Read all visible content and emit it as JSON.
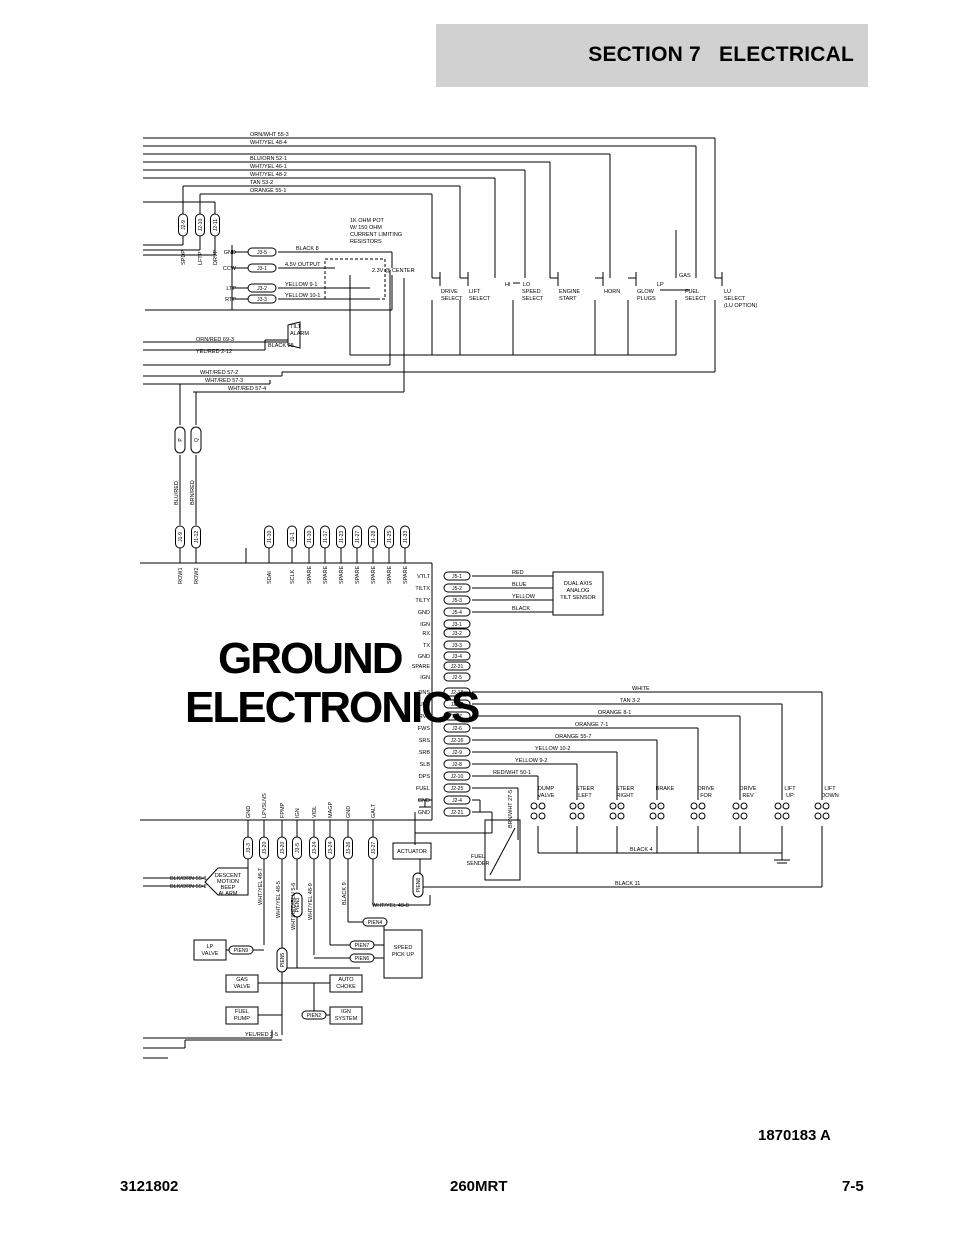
{
  "header": {
    "section": "SECTION 7",
    "title": "ELECTRICAL"
  },
  "footer": {
    "left": "3121802",
    "center": "260MRT",
    "right": "7-5"
  },
  "drawing_number": "1870183 A",
  "diagram": {
    "module_title_line1": "GROUND",
    "module_title_line2": "ELECTRONICS",
    "top_wires": [
      "ORN/WHT 55-3",
      "WHT/YEL 48-4",
      "BLU/ORN 52-1",
      "WHT/YEL 46-1",
      "WHT/YEL 48-2",
      "TAN 53-2",
      "ORANGE 55-1"
    ],
    "top_connectors": [
      "J2-9",
      "J2-10",
      "J2-11"
    ],
    "top_connector_labels": [
      "SPDP",
      "LFTP",
      "DRVP"
    ],
    "pot_note": "1K OHM POT W/ 150 OHM CURRENT LIMITING RESISTORS",
    "pot_rows": [
      {
        "pin": "GND",
        "conn": "J3-5",
        "wire": "BLACK 8"
      },
      {
        "pin": "CCW",
        "conn": "J3-1",
        "wire": "4.5V OUTPUT"
      },
      {
        "pin": "LTP",
        "conn": "J3-2",
        "wire": "YELLOW 9-1"
      },
      {
        "pin": "RTP",
        "conn": "J3-3",
        "wire": "YELLOW 10-1"
      }
    ],
    "pot_center": "2.3V @ CENTER",
    "switches": [
      {
        "label": "DRIVE SELECT"
      },
      {
        "label": "LIFT SELECT"
      },
      {
        "label": "SPEED SELECT",
        "hi": "HI",
        "lo": "LO"
      },
      {
        "label": "ENGINE START"
      },
      {
        "label": "HORN"
      },
      {
        "label": "GLOW PLUGS"
      },
      {
        "label": "FUEL SELECT",
        "lp": "LP",
        "gas": "GAS"
      },
      {
        "label": "LU SELECT (LU OPTION)"
      }
    ],
    "tilt_alarm": "TILT ALARM",
    "alarm_wires": [
      "ORN/RED 69-3",
      "YEL/RED 2-12",
      "BLACK 28"
    ],
    "wht_wires": [
      "WHT/RED 57-2",
      "WHT/RED 57-3",
      "WHT/RED 57-4"
    ],
    "plug_p": "P",
    "plug_q": "Q",
    "vertical_labels": [
      "BLU/RED",
      "BRN/RED"
    ],
    "bottom_top_connectors": [
      "J1-9",
      "J1-12",
      "J1-10",
      "J1-1",
      "J1-10",
      "J1-17",
      "J1-23",
      "J1-27",
      "J1-28",
      "J1-25",
      "J1-33"
    ],
    "bottom_top_pins": [
      "ROW1",
      "ROW2",
      "SDAI",
      "SCLK",
      "SPARE",
      "SPARE",
      "SPARE",
      "SPARE",
      "SPARE",
      "SPARE",
      "SPARE"
    ],
    "tilt_pins": [
      {
        "pin": "VTLT",
        "conn": "J5-1",
        "wire": "RED"
      },
      {
        "pin": "TILTX",
        "conn": "J5-2",
        "wire": "BLUE"
      },
      {
        "pin": "TILTY",
        "conn": "J5-3",
        "wire": "YELLOW"
      },
      {
        "pin": "GND",
        "conn": "J5-4",
        "wire": "BLACK"
      }
    ],
    "tilt_sensor": "DUAL AXIS ANALOG TILT SENSOR",
    "aux_pins": [
      {
        "pin": "IGN",
        "conn": "J3-1"
      },
      {
        "pin": "RX",
        "conn": "J3-2"
      },
      {
        "pin": "TX",
        "conn": "J3-3"
      },
      {
        "pin": "GND",
        "conn": "J3-4"
      },
      {
        "pin": "SPARE",
        "conn": "J2-31"
      },
      {
        "pin": "IGN",
        "conn": "J2-5"
      }
    ],
    "valve_pins": [
      {
        "pin": "DNS",
        "conn": "J2-18",
        "wire": "WHITE"
      },
      {
        "pin": "UPS",
        "conn": "J2-17",
        "wire": "TAN 3-2"
      },
      {
        "pin": "RVS",
        "conn": "J2-7",
        "wire": "ORANGE 8-1"
      },
      {
        "pin": "FWS",
        "conn": "J2-6",
        "wire": "ORANGE 7-1"
      },
      {
        "pin": "SRS",
        "conn": "J2-16",
        "wire": "ORANGE 55-7"
      },
      {
        "pin": "SRB",
        "conn": "J2-9",
        "wire": "YELLOW 10-2"
      },
      {
        "pin": "SLB",
        "conn": "J2-8",
        "wire": "YELLOW 9-2"
      },
      {
        "pin": "DPS",
        "conn": "J2-10",
        "wire": "RED/WHT 50-1"
      },
      {
        "pin": "FUEL",
        "conn": "J2-25",
        "wire": ""
      },
      {
        "pin": "GND",
        "conn": "J2-4",
        "wire": ""
      },
      {
        "pin": "GND",
        "conn": "J2-21",
        "wire": ""
      }
    ],
    "valves": [
      "DUMP VALVE",
      "STEER LEFT",
      "STEER RIGHT",
      "BRAKE",
      "DRIVE FOR",
      "DRIVE REV",
      "LIFT UP",
      "LIFT DOWN"
    ],
    "black_wires": [
      "BLACK 4",
      "BLACK 11"
    ],
    "fuel_wire": "BRN/WHT 27-5",
    "actuator": "ACTUATOR",
    "fuel_sender": "FUEL SENDER",
    "lower_connectors": [
      "J3-3",
      "J3-20",
      "J3-20",
      "J3-5",
      "J3-24",
      "J3-24",
      "J3-26",
      "J3-27"
    ],
    "lower_pins": [
      "GND",
      "LPVSLNS",
      "FPMP",
      "IGN",
      "VIDL",
      "MAGP",
      "GND",
      "GALT"
    ],
    "lower_wires": [
      "WHT/YEL 48-7",
      "WHT/YEL 48-5",
      "WHT/RED/BLU 5-6",
      "WHT/YEL 48-9",
      "BLACK 9",
      "WHT/YEL 48-8"
    ],
    "buzzer_wires": [
      "BLK/ORN 55-1",
      "BLK/ORN 55-2"
    ],
    "buzzer": "DESCENT MOTION BEEP ALARM",
    "plugs": [
      "PIEN8",
      "PIEN4",
      "PIEN7",
      "PIEN6",
      "PIEN3",
      "PIEN9",
      "PIEN5",
      "PIEN2"
    ],
    "speed_pickup": "SPEED PICK UP",
    "lp_valve": "LP VALVE",
    "gas_valve": "GAS VALVE",
    "fuel_pump": "FUEL PUMP",
    "auto_choke": "AUTO CHOKE",
    "ign_system": "IGN SYSTEM",
    "yel_red": "YEL/RED 2-5"
  }
}
